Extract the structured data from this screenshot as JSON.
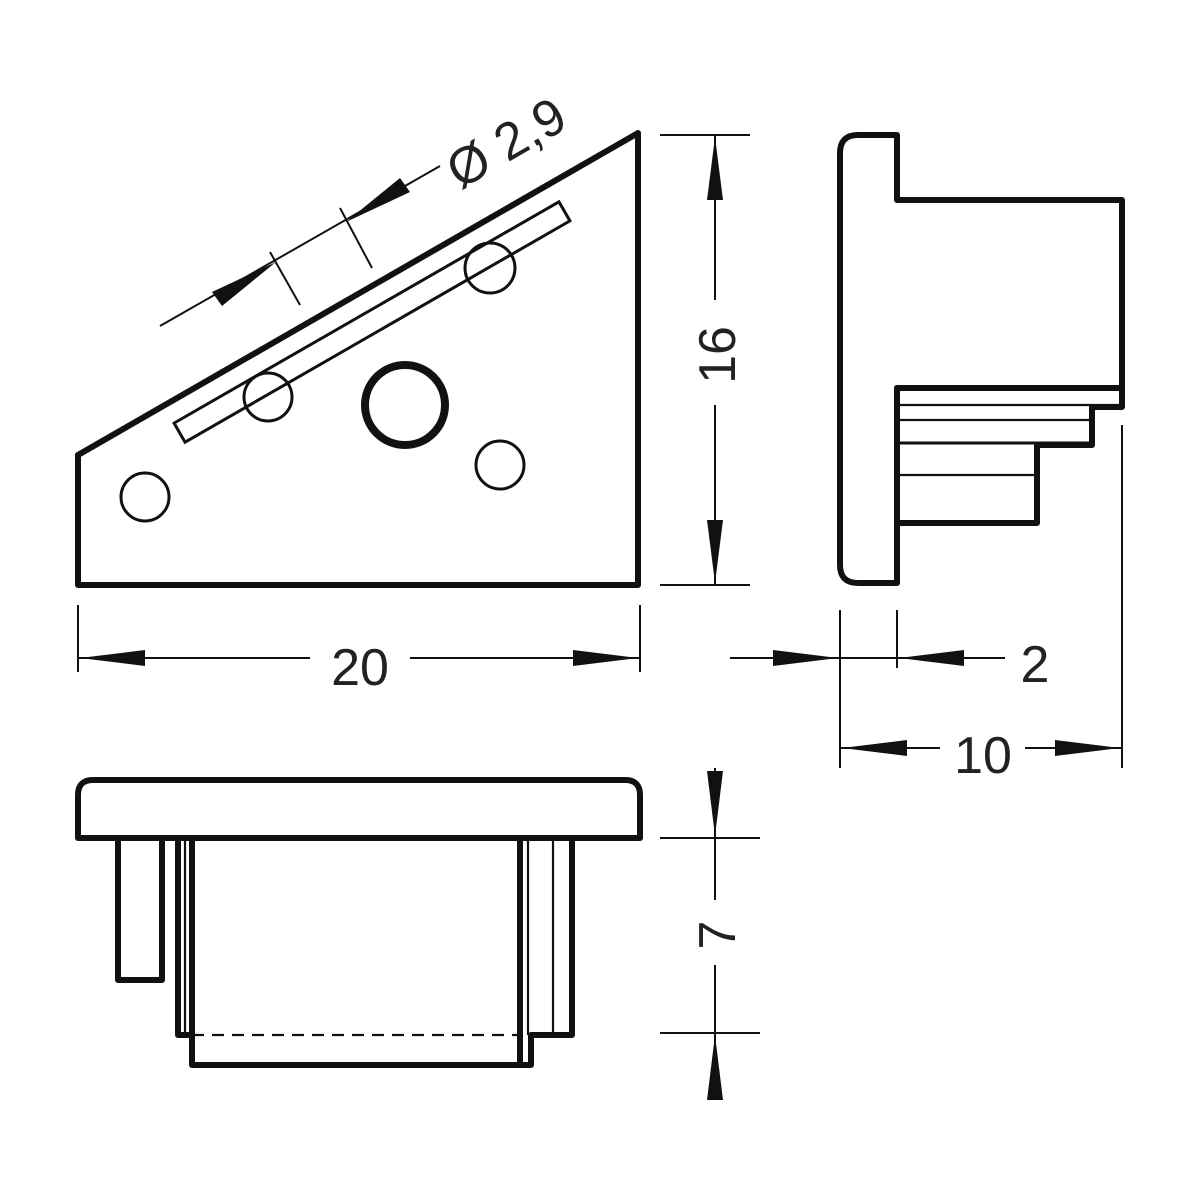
{
  "drawing": {
    "front_view": {
      "hole_dimension_label": "Ø 2,9",
      "width_label": "20",
      "height_label": "16"
    },
    "side_view": {
      "flange_label": "2",
      "depth_label": "10"
    },
    "bottom_view": {
      "insert_height_label": "7"
    },
    "line_color": "#111111"
  }
}
